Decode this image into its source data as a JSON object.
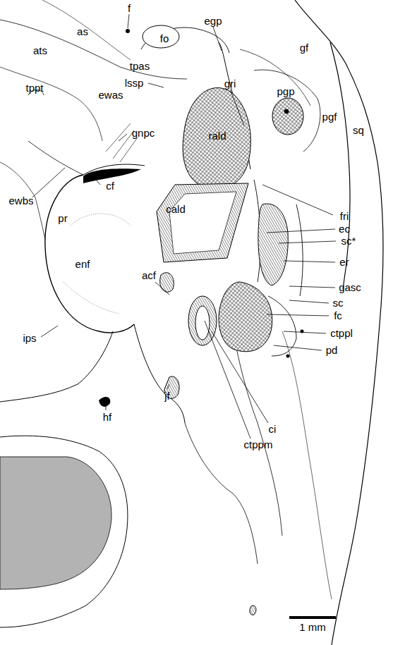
{
  "diagram": {
    "labels": [
      "as",
      "f",
      "ats",
      "fo",
      "egp",
      "gf",
      "tpas",
      "gri",
      "lssp",
      "tppt",
      "ewas",
      "pgp",
      "pgf",
      "sq",
      "gnpc",
      "rald",
      "cf",
      "fri",
      "ewbs",
      "cald",
      "ec",
      "sc*",
      "pr",
      "er",
      "gasc",
      "acf",
      "enf",
      "sc",
      "fc",
      "ips",
      "ctppl",
      "pd",
      "hf",
      "jf",
      "ci",
      "ctppm",
      "1 mm"
    ]
  }
}
